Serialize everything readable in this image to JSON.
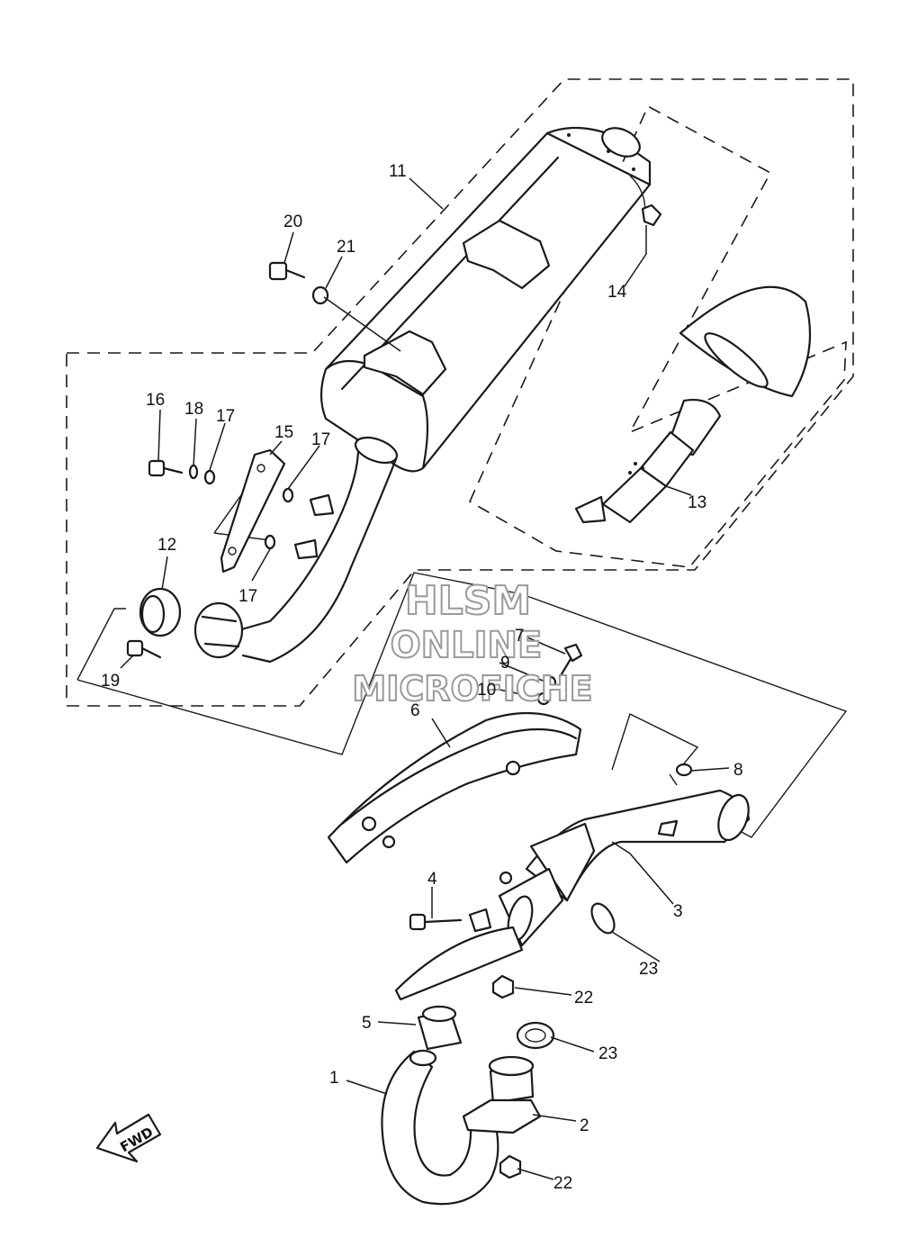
{
  "labels": {
    "p1": "1",
    "p2": "2",
    "p3": "3",
    "p4": "4",
    "p5": "5",
    "p6": "6",
    "p7": "7",
    "p8": "8",
    "p9": "9",
    "p10": "10",
    "p11": "11",
    "p12": "12",
    "p13": "13",
    "p14": "14",
    "p15": "15",
    "p16": "16",
    "p17a": "17",
    "p17b": "17",
    "p17c": "17",
    "p18": "18",
    "p19": "19",
    "p20": "20",
    "p21": "21",
    "p22a": "22",
    "p22b": "22",
    "p23a": "23",
    "p23b": "23"
  },
  "watermark": {
    "line1": "HLSM",
    "line2": "ONLINE",
    "line3": "MICROFICHE"
  },
  "fwd": "FWD"
}
